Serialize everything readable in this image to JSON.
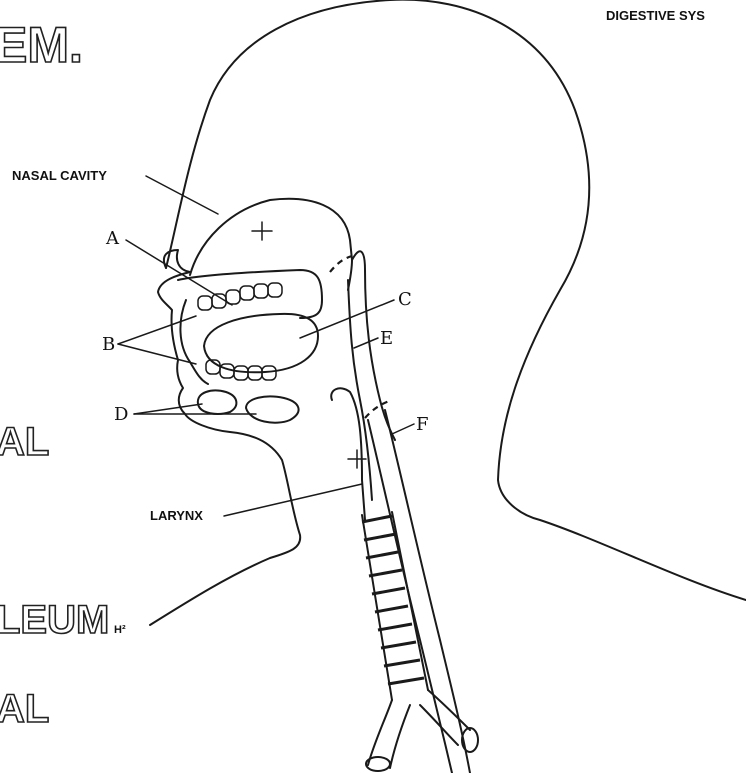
{
  "page": {
    "corner_title": "DIGESTIVE SYS",
    "cut_title": "EM.",
    "cut_left_words": [
      "AL",
      "LEUM",
      "AL"
    ],
    "cut_left_subscript": "H²"
  },
  "labels": {
    "nasal_cavity": "NASAL CAVITY",
    "larynx": "LARYNX",
    "a": "A",
    "b": "B",
    "c": "C",
    "d": "D",
    "e": "E",
    "f": "F"
  },
  "colors": {
    "ink": "#1a1a1a",
    "paper": "#ffffff"
  }
}
